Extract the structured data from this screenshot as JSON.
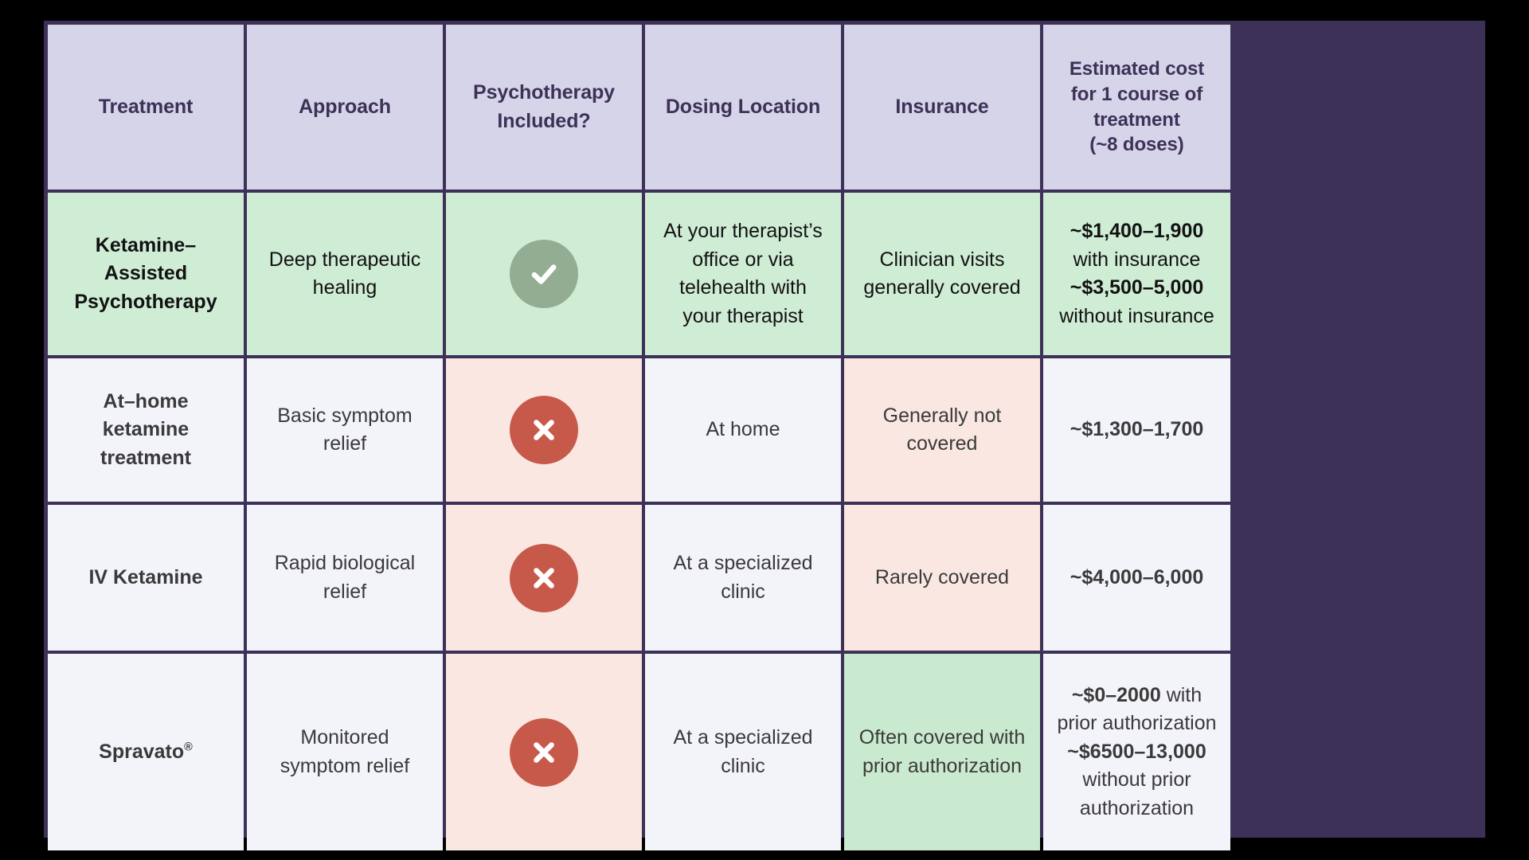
{
  "table": {
    "columns": [
      {
        "id": "treatment",
        "label": "Treatment"
      },
      {
        "id": "approach",
        "label": "Approach"
      },
      {
        "id": "psychotherapy",
        "label": "Psychotherapy Included?"
      },
      {
        "id": "dosing",
        "label": "Dosing Location"
      },
      {
        "id": "insurance",
        "label": "Insurance"
      },
      {
        "id": "cost",
        "label": "Estimated cost for 1 course of treatment (~8 doses)"
      }
    ],
    "header_lines": {
      "treatment": "Treatment",
      "approach": "Approach",
      "psychotherapy_l1": "Psychotherapy",
      "psychotherapy_l2": "Included?",
      "dosing": "Dosing Location",
      "insurance": "Insurance",
      "cost_l1": "Estimated cost",
      "cost_l2": "for 1 course of",
      "cost_l3": "treatment",
      "cost_l4": "(~8 doses)"
    },
    "rows": [
      {
        "treatment": "Ketamine–Assisted Psychotherapy",
        "treatment_l1": "Ketamine–Assisted",
        "treatment_l2": "Psychotherapy",
        "approach_l1": "Deep therapeutic",
        "approach_l2": "healing",
        "psychotherapy_included": "yes",
        "psychotherapy_icon": "check-circle-icon",
        "dosing_l1": "At your therapist’s",
        "dosing_l2": "office or via",
        "dosing_l3": "telehealth with",
        "dosing_l4": "your therapist",
        "insurance_l1": "Clinician visits",
        "insurance_l2": "generally covered",
        "cost_amount_1": "~$1,400–1,900",
        "cost_qual_1": "with insurance",
        "cost_amount_2": "~$3,500–5,000",
        "cost_qual_2": "without insurance"
      },
      {
        "treatment": "At–home ketamine treatment",
        "treatment_l1": "At–home ketamine",
        "treatment_l2": "treatment",
        "approach_l1": "Basic symptom",
        "approach_l2": "relief",
        "psychotherapy_included": "no",
        "psychotherapy_icon": "x-circle-icon",
        "dosing_l1": "At home",
        "insurance_l1": "Generally not",
        "insurance_l2": "covered",
        "cost_amount_1": "~$1,300–1,700"
      },
      {
        "treatment": "IV Ketamine",
        "treatment_l1": "IV Ketamine",
        "approach_l1": "Rapid biological",
        "approach_l2": "relief",
        "psychotherapy_included": "no",
        "psychotherapy_icon": "x-circle-icon",
        "dosing_l1": "At a specialized",
        "dosing_l2": "clinic",
        "insurance_l1": "Rarely covered",
        "cost_amount_1": "~$4,000–6,000"
      },
      {
        "treatment": "Spravato®",
        "treatment_l1": "Spravato",
        "treatment_mark": "®",
        "approach_l1": "Monitored",
        "approach_l2": "symptom relief",
        "psychotherapy_included": "no",
        "psychotherapy_icon": "x-circle-icon",
        "dosing_l1": "At a specialized",
        "dosing_l2": "clinic",
        "insurance_l1": "Often covered with",
        "insurance_l2": "prior authorization",
        "cost_amount_1": "~$0–2000",
        "cost_qual_1": "with",
        "cost_qual_1b": "prior authorization",
        "cost_amount_2": "~$6500–13,000",
        "cost_qual_2": "without prior",
        "cost_qual_2b": "authorization"
      }
    ]
  },
  "colors": {
    "page_background": "#000000",
    "table_border": "#3d3158",
    "header_background": "#d5d4e8",
    "header_text": "#3d3158",
    "highlight_green": "#cfecd5",
    "highlight_green_strong": "#caeacf",
    "neutral_cell": "#f3f3fa",
    "highlight_pink": "#fae7e2",
    "check_circle": "#93ad93",
    "x_circle": "#c7594b",
    "icon_glyph": "#ffffff",
    "body_text": "#3a3a3a",
    "emphasis_text": "#121212"
  }
}
